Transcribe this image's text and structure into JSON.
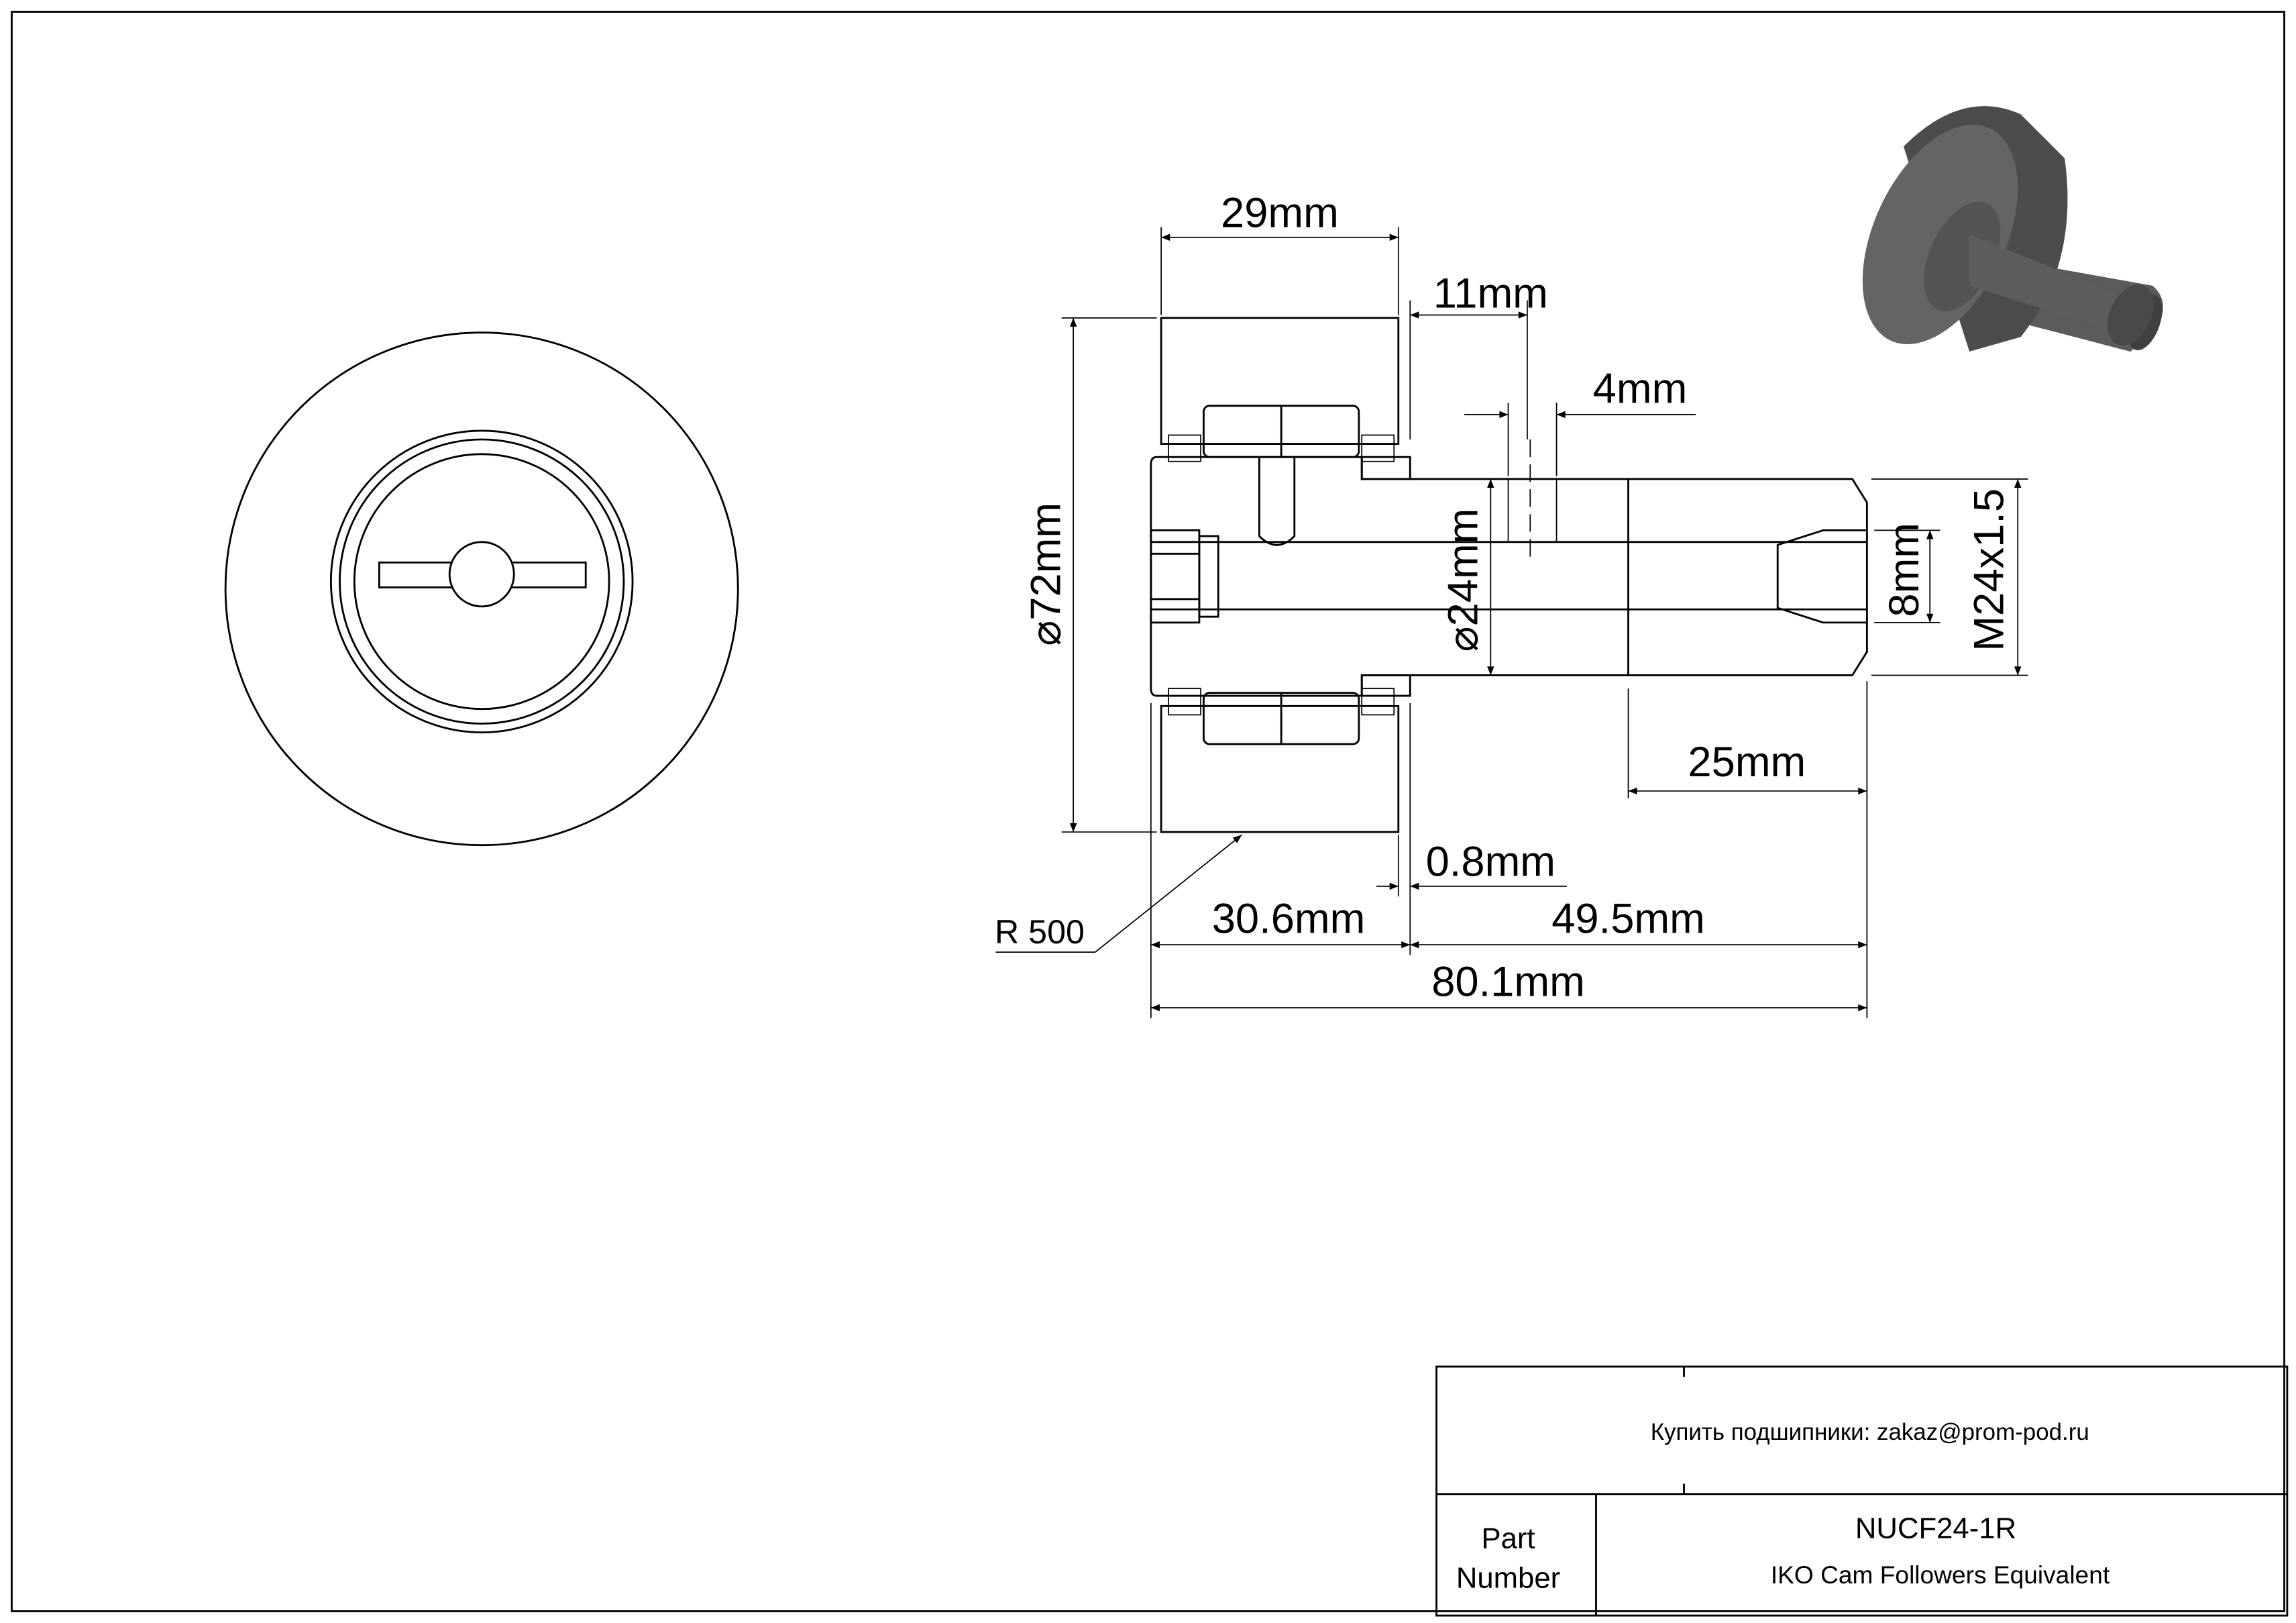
{
  "dimensions": {
    "width_29": "29mm",
    "width_11": "11mm",
    "width_4": "4mm",
    "dia_72": "72mm",
    "dia_24": "24mm",
    "hex_8": "8mm",
    "thread": "M24x1.5",
    "thread_len": "25mm",
    "gap_08": "0.8mm",
    "head_306": "30.6mm",
    "stud_495": "49.5mm",
    "total_801": "80.1mm",
    "radius": "R 500",
    "diameter_symbol": "⌀"
  },
  "title_block": {
    "contact": "Купить подшипники: zakaz@prom-pod.ru",
    "part_label_1": "Part",
    "part_label_2": "Number",
    "part_number": "NUCF24-1R",
    "description": "IKO Cam Followers Equivalent"
  },
  "colors": {
    "render_body": "#5f6062",
    "render_dark": "#3d3e40"
  }
}
